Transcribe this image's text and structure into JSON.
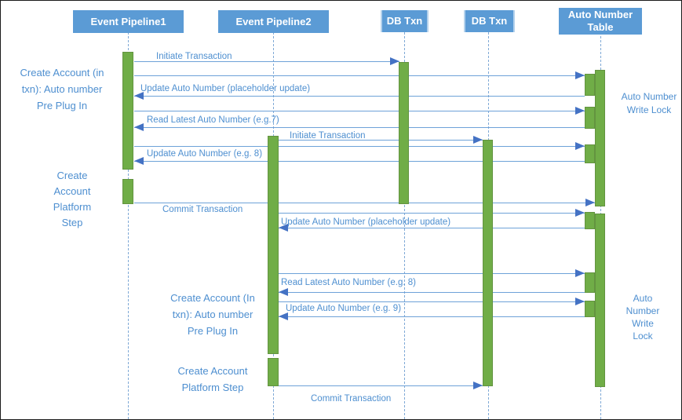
{
  "diagram_type": "uml-sequence-diagram",
  "actors": {
    "event_pipeline1": "Event Pipeline1",
    "event_pipeline2": "Event Pipeline2",
    "db_txn_1": "DB Txn",
    "db_txn_2": "DB Txn",
    "auto_number_table": "Auto Number\nTable"
  },
  "messages": {
    "initiate_transaction_1": "Initiate Transaction",
    "update_auto_number_placeholder_1": "Update Auto Number (placeholder update)",
    "read_latest_auto_number_7": "Read Latest Auto Number (e.g.7)",
    "initiate_transaction_2": "Initiate Transaction",
    "update_auto_number_8": "Update Auto Number (e.g. 8)",
    "commit_transaction_1": "Commit Transaction",
    "update_auto_number_placeholder_2": "Update Auto Number (placeholder update)",
    "read_latest_auto_number_8": "Read Latest Auto Number (e.g. 8)",
    "update_auto_number_9": "Update Auto Number (e.g. 9)",
    "commit_transaction_2": "Commit Transaction"
  },
  "annotations": {
    "pre_plugin_1": "Create Account (in\ntxn): Auto number\nPre Plug In",
    "platform_step_1": "Create\nAccount\nPlatform\nStep",
    "write_lock_1": "Auto Number\nWrite Lock",
    "pre_plugin_2": "Create Account (In\ntxn): Auto number\nPre Plug In",
    "platform_step_2": "Create Account\nPlatform Step",
    "write_lock_2": "Auto\nNumber\nWrite\nLock"
  },
  "colors": {
    "actor_fill": "#5b9bd5",
    "actor_text": "#ffffff",
    "activation_fill": "#70ad47",
    "activation_border": "#639440",
    "message_line": "#6ea2d8",
    "arrowhead": "#4472c4",
    "label_text": "#4e8fd0",
    "lifeline": "#7fa9d6",
    "canvas_border": "#1b1b1b"
  }
}
